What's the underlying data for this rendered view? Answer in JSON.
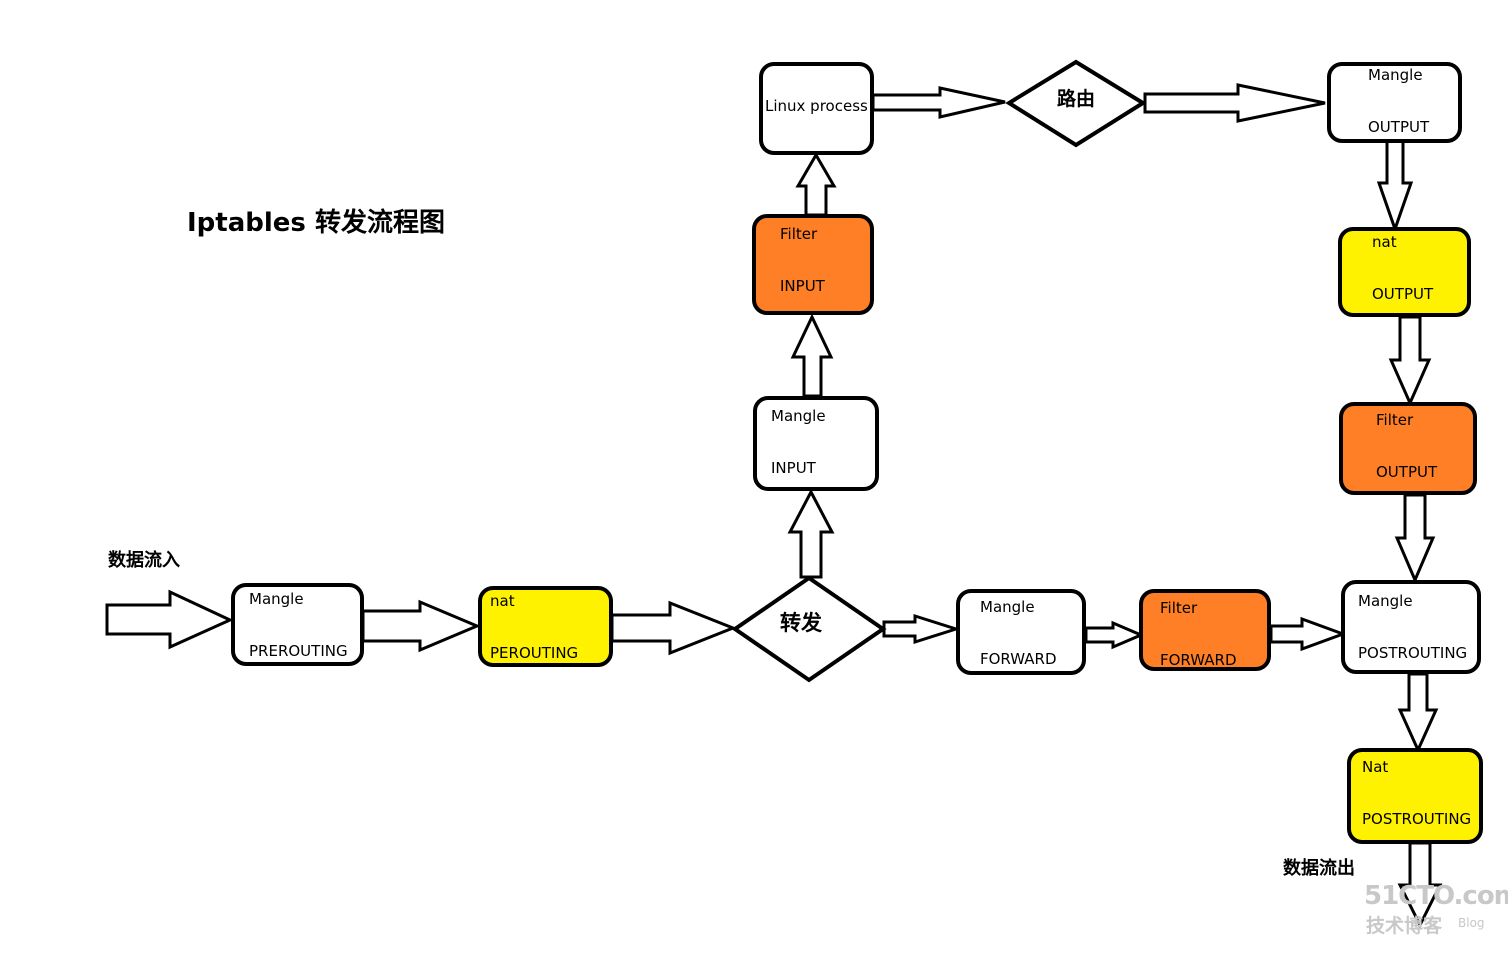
{
  "title": "Iptables 转发流程图",
  "labels": {
    "data_in": "数据流入",
    "data_out": "数据流出"
  },
  "nodes": {
    "mangle_prerouting": {
      "top": "Mangle",
      "bottom": "PREROUTING"
    },
    "nat_prerouting": {
      "top": "nat",
      "bottom": "PEROUTING"
    },
    "forward_decision": {
      "text": "转发"
    },
    "mangle_input": {
      "top": "Mangle",
      "bottom": "INPUT"
    },
    "filter_input": {
      "top": "Filter",
      "bottom": "INPUT"
    },
    "linux_process": {
      "text": "Linux process"
    },
    "routing_decision": {
      "text": "路由"
    },
    "mangle_output": {
      "top": "Mangle",
      "bottom": "OUTPUT"
    },
    "nat_output": {
      "top": "nat",
      "bottom": "OUTPUT"
    },
    "filter_output": {
      "top": "Filter",
      "bottom": "OUTPUT"
    },
    "mangle_forward": {
      "top": "Mangle",
      "bottom": "FORWARD"
    },
    "filter_forward": {
      "top": "Filter",
      "bottom": "FORWARD"
    },
    "mangle_postrouting": {
      "top": "Mangle",
      "bottom": "POSTROUTING"
    },
    "nat_postrouting": {
      "top": "Nat",
      "bottom": "POSTROUTING"
    }
  },
  "watermark": {
    "brand": "51CTO.com",
    "sub": "技术博客",
    "blog": "Blog"
  },
  "colors": {
    "white_box": "#ffffff",
    "nat_yellow": "#fff200",
    "filter_orange": "#ff7f27",
    "stroke": "#000000"
  }
}
